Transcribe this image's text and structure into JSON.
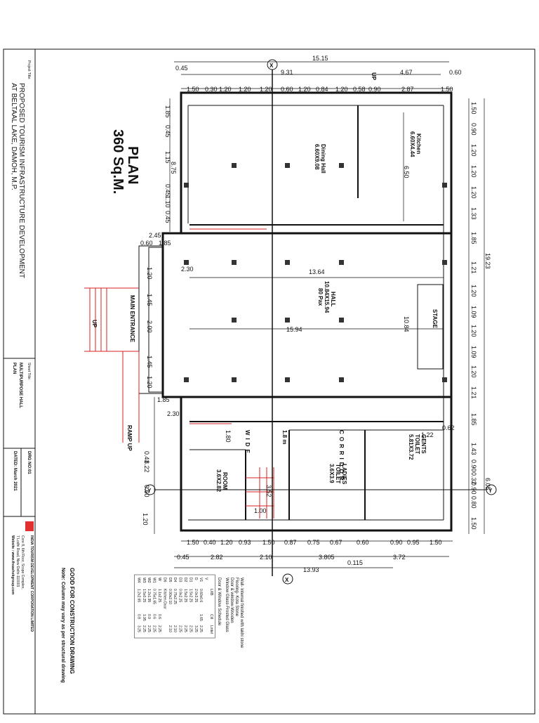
{
  "project": {
    "label": "Project Title:",
    "line1": "PROPOSED TOURISM INFRASTRUCTURE DEVELOPMENT",
    "line2": "AT BELTAAL LAKE, DAMOH, M.P."
  },
  "sheet": {
    "label": "Sheet Title:",
    "line1": "MULTIPURPOSE HALL",
    "line2": "PLAN"
  },
  "drg": {
    "no": "DRG NO:01",
    "dated": "DATED: March 2021"
  },
  "org": {
    "name": "INDIA TOURISM DEVELOPMENT CORPORATION LIMITED",
    "line1": "Core 8, 6th Floor, Scope Complex,",
    "line2": "7 Lodhi Road, New Delhi-110003",
    "line3": "Website : www.theashokgroup.com"
  },
  "plan_title": "PLAN",
  "plan_area": "360 Sq.M.",
  "rooms": {
    "dining": "Dining Hall",
    "dining_size": "6.60X9.08",
    "kitchen": "Kitchen",
    "kitchen_size": "6.60X4.44",
    "hall": "HALL",
    "hall_size": "10.84X15.94",
    "hall_pax": "80 Pax",
    "stage": "STAGE",
    "main_entrance": "MAIN ENTRANCE",
    "corridor": "CORRIDOR",
    "corridor_w": "1.8 m",
    "wide": "WIDE",
    "gents": "GENTS",
    "gents_toilet": "TOILET",
    "gents_size": "5.81X3.72",
    "ladies": "LADIES",
    "ladies_toilet": "TOILET",
    "ladies_size": "3.6X3.9",
    "room": "ROOM",
    "room_size": "3.6X2.82",
    "ramp_up": "RAMP UP",
    "up": "UP",
    "up2": "UP"
  },
  "dims": {
    "top_total": "15.15",
    "top_a": "9.31",
    "top_b": "4.67",
    "top_c": "0.60",
    "top_left": "0.45",
    "top_row": [
      "1.50",
      "0.30",
      "1.20",
      "1.20",
      "1.20",
      "0.60",
      "1.20",
      "0.84",
      "1.20",
      "0.58",
      "0.90",
      "2.87",
      "1.50"
    ],
    "bottom_row": [
      "1.50",
      "0.40",
      "1.20",
      "0.93",
      "1.50",
      "0.87",
      "0.75",
      "0.67",
      "0.60",
      "0.90",
      "0.95",
      "1.50"
    ],
    "bottom_a": [
      "0.45",
      "2.82",
      "2.10",
      "3.805",
      "3.72"
    ],
    "bottom_b": "0.115",
    "bottom_total": "13.93",
    "right_row": [
      "1.50",
      "0.90",
      "1.20",
      "1.20",
      "1.20",
      "1.33",
      "1.85",
      "1.21",
      "1.20",
      "1.09",
      "1.20",
      "1.09",
      "1.20",
      "1.21",
      "1.85",
      "1.43",
      "0.90",
      "0.32",
      "0.90",
      "0.80",
      "1.50"
    ],
    "right_total": "19.23",
    "right_b": "6.05",
    "left_a": "8.75",
    "left_b": "8.22",
    "left_row": [
      "1.85",
      "0.45",
      "1.15",
      "0.45",
      "1.10",
      "0.45"
    ],
    "mid": [
      "2.45",
      "0.60",
      "1.85",
      "2.30",
      "13.64",
      "15.94",
      "6.50",
      "10.84",
      "2.00",
      "1.45",
      "1.45",
      "1.20",
      "1.20",
      "1.85",
      "2.30",
      "0.62",
      "1.22",
      "0.60",
      "0.41",
      "1.80",
      "3.52",
      "1.00",
      "1.20"
    ]
  },
  "notes": {
    "n1": "Wall- Internal finished with lakhi stone",
    "n2": "Flooring- Kota Stone",
    "n3": "Door & window-Wooden",
    "n4": "Window Glass-Frosted Glass",
    "schedule_title": "Door & Window Schedule",
    "good": "GOOD FOR CONSTRUCTION DRAWING",
    "column": "Note: Column may vary as per structural drawing"
  },
  "schedule": {
    "headers": [
      "",
      "LXB",
      "Cill",
      "Lintel"
    ],
    "rows": [
      [
        "V",
        "",
        "",
        ""
      ],
      [
        "V1",
        "0.60x0.6",
        "1.65",
        "2.25"
      ],
      [
        "D",
        "2.0x3.25",
        "",
        "3.25"
      ],
      [
        "D1",
        "1.5x2.25",
        "",
        "2.25"
      ],
      [
        "D2",
        "1.5x2.25",
        "",
        "2.25"
      ],
      [
        "D3",
        "0.9x2.25",
        "",
        "2.25"
      ],
      [
        "D4",
        "0.75x2.25",
        "",
        "2.10"
      ],
      [
        "D5",
        "0.90x2.10",
        "",
        "2.10"
      ],
      [
        "D6",
        "Kitchen Door",
        "",
        ""
      ],
      [
        "W",
        "1.1x2.25",
        "0.6",
        "2.25"
      ],
      [
        "W1",
        "0.75x1.65",
        "0.6",
        "2.25"
      ],
      [
        "W2",
        "1.2x1.95",
        "0.9",
        "2.25"
      ],
      [
        "W3",
        "1.5x0.25",
        "1.95",
        "2.25"
      ],
      [
        "W4",
        "1.2x2.65",
        "0.8",
        "3.25"
      ]
    ]
  },
  "colors": {
    "ink": "#111111",
    "red": "#d62020",
    "logo": "#e03030"
  }
}
